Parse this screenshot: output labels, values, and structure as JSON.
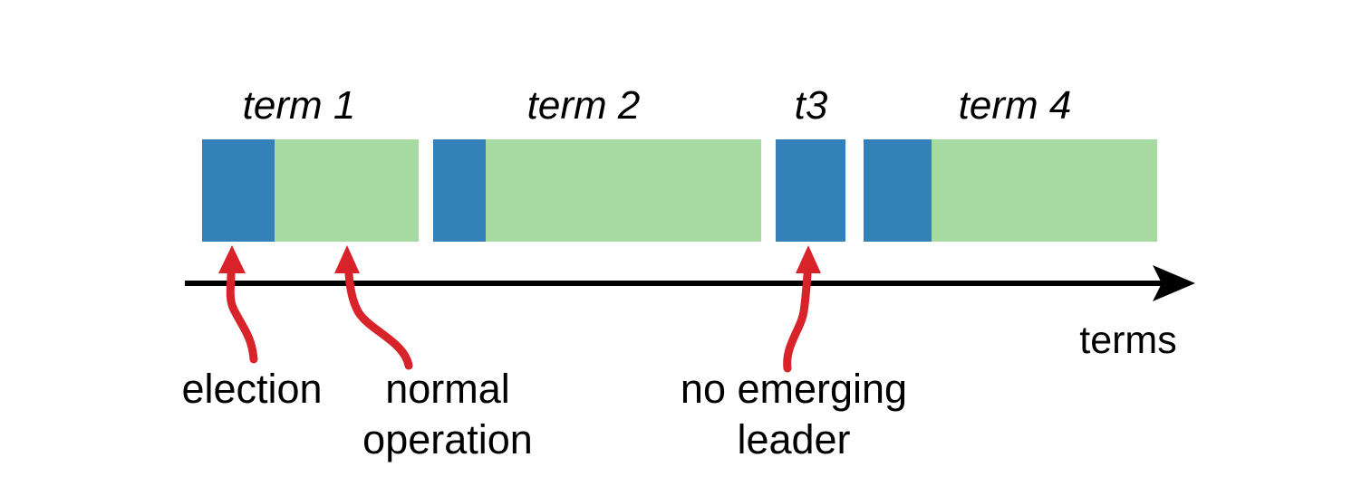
{
  "diagram": {
    "axis_label": "terms",
    "terms": [
      {
        "label": "term 1",
        "segments": [
          "election",
          "normal operation"
        ]
      },
      {
        "label": "term 2",
        "segments": [
          "election",
          "normal operation"
        ]
      },
      {
        "label": "t3",
        "segments": [
          "election"
        ]
      },
      {
        "label": "term 4",
        "segments": [
          "election",
          "normal operation"
        ]
      }
    ],
    "annotations": {
      "election": {
        "label": "election"
      },
      "normal_operation": {
        "line1": "normal",
        "line2": "operation"
      },
      "no_emerging_leader": {
        "line1": "no emerging",
        "line2": "leader"
      }
    }
  },
  "colors": {
    "election_blue": "#3381b8",
    "normal_operation_green": "#a7daa1",
    "annotation_red": "#d9232b",
    "ink": "#000000"
  }
}
